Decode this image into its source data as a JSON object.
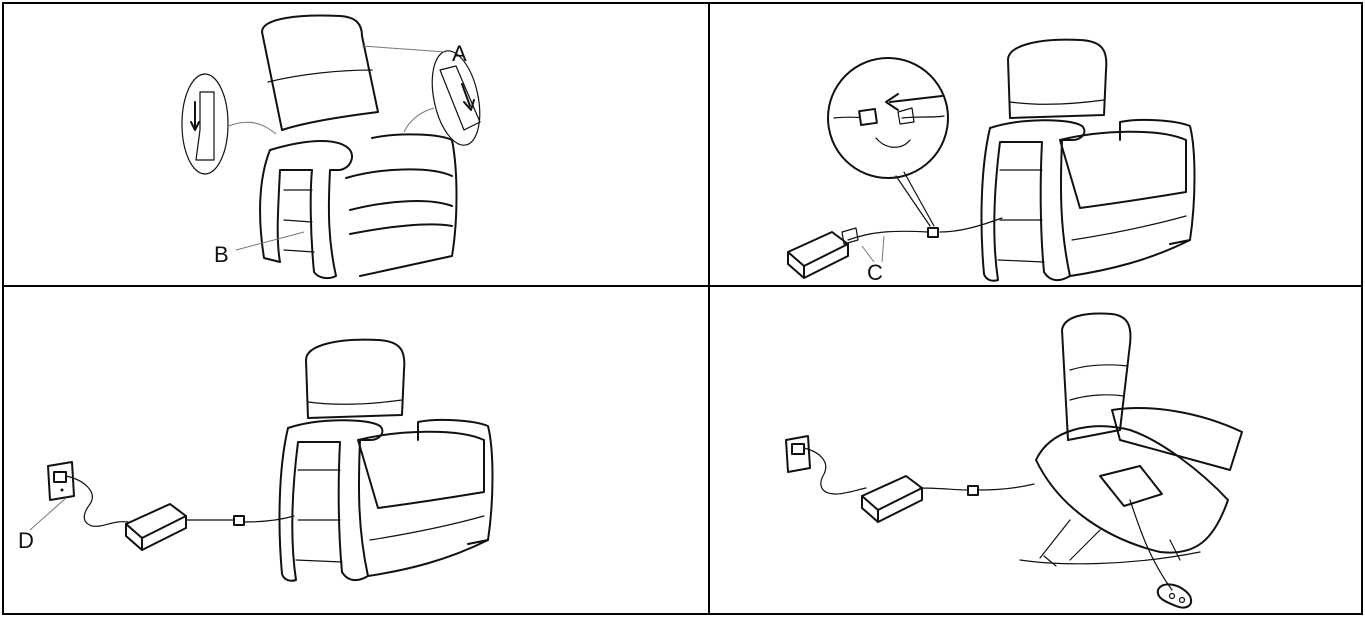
{
  "labels": {
    "a": "A",
    "b": "B",
    "c": "C",
    "d": "D"
  },
  "colors": {
    "line": "#111111",
    "frame": "#000000",
    "background": "#ffffff"
  },
  "icons": [
    "recliner-chair-icon",
    "power-adapter-icon",
    "wall-socket-icon",
    "hand-control-icon",
    "arrow-icon"
  ]
}
